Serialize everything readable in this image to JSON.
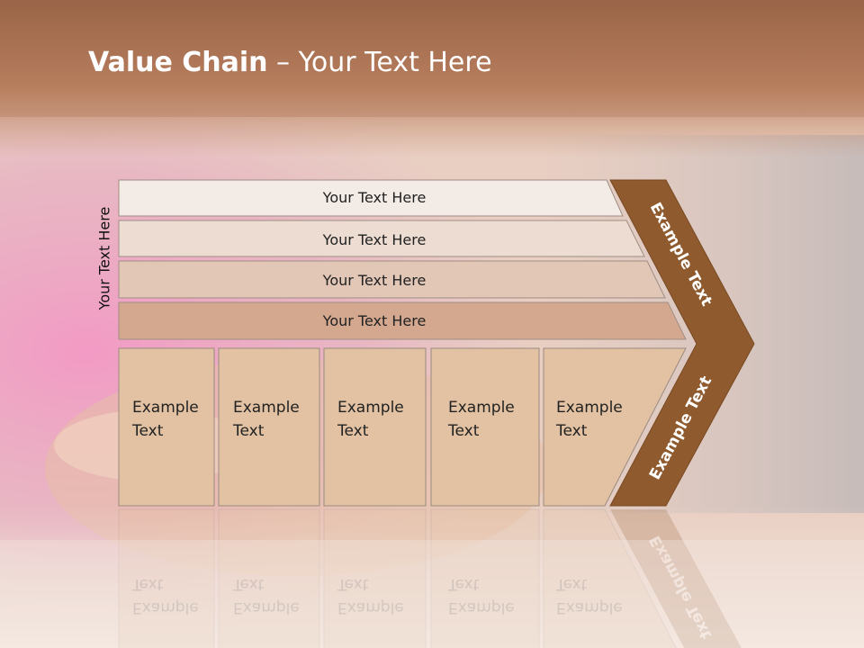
{
  "title": {
    "bold": "Value Chain",
    "rest": " – Your Text Here"
  },
  "side_label": "Your Text Here",
  "rows": [
    {
      "label": "Your Text Here",
      "color": "#f3ebe6"
    },
    {
      "label": "Your Text Here",
      "color": "#ecdcd1"
    },
    {
      "label": "Your Text Here",
      "color": "#e2c6b6"
    },
    {
      "label": "Your Text Here",
      "color": "#d3a88f"
    }
  ],
  "boxes": [
    {
      "line1": "Example",
      "line2": "Text"
    },
    {
      "line1": "Example",
      "line2": "Text"
    },
    {
      "line1": "Example",
      "line2": "Text"
    },
    {
      "line1": "Example",
      "line2": "Text"
    },
    {
      "line1": "Example",
      "line2": "Text"
    }
  ],
  "chevron": {
    "upper": "Example Text",
    "lower": "Example Text",
    "color": "#8f5a2e"
  },
  "colors": {
    "header": "#b57a57",
    "box": "#e2c2a2",
    "box_border": "#9a8a80"
  }
}
